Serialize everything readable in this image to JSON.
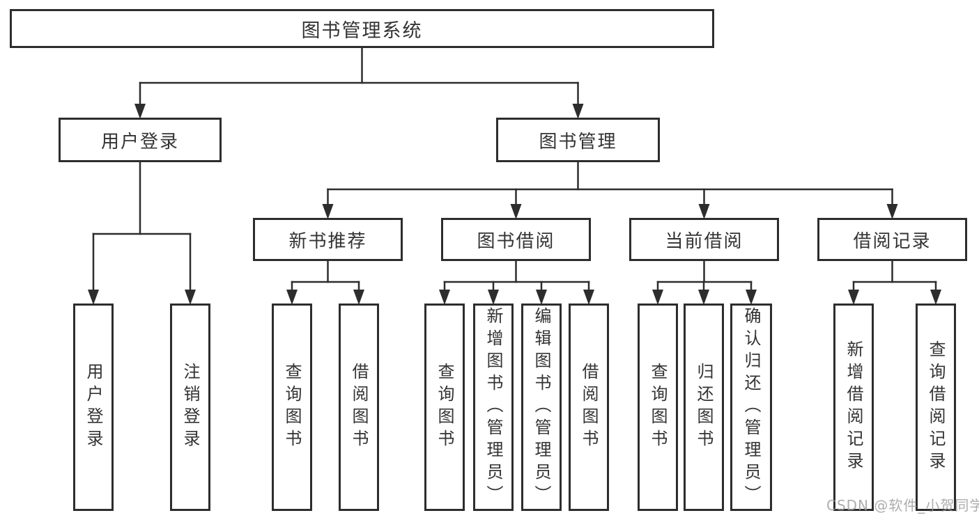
{
  "diagram_title": "图书管理系统",
  "nodes": {
    "root": {
      "label": "图书管理系统",
      "parent": null
    },
    "user_login": {
      "label": "用户登录",
      "parent": "root"
    },
    "book_mgmt": {
      "label": "图书管理",
      "parent": "root"
    },
    "new_book_rec": {
      "label": "新书推荐",
      "parent": "book_mgmt"
    },
    "book_borrow": {
      "label": "图书借阅",
      "parent": "book_mgmt"
    },
    "current_borrow": {
      "label": "当前借阅",
      "parent": "book_mgmt"
    },
    "borrow_records": {
      "label": "借阅记录",
      "parent": "book_mgmt"
    },
    "leaf_user_login": {
      "label": "用户登录",
      "parent": "user_login"
    },
    "leaf_logout": {
      "label": "注销登录",
      "parent": "user_login"
    },
    "leaf_query_books_rec": {
      "label": "查询图书",
      "parent": "new_book_rec"
    },
    "leaf_borrow_books_rec": {
      "label": "借阅图书",
      "parent": "new_book_rec"
    },
    "leaf_query_books_borrow": {
      "label": "查询图书",
      "parent": "book_borrow"
    },
    "leaf_add_book": {
      "label": "新增图书（管理员）",
      "parent": "book_borrow"
    },
    "leaf_edit_book": {
      "label": "编辑图书（管理员）",
      "parent": "book_borrow"
    },
    "leaf_borrow_books_borrow": {
      "label": "借阅图书",
      "parent": "book_borrow"
    },
    "leaf_query_books_current": {
      "label": "查询图书",
      "parent": "current_borrow"
    },
    "leaf_return_book": {
      "label": "归还图书",
      "parent": "current_borrow"
    },
    "leaf_confirm_return": {
      "label": "确认归还（管理员）",
      "parent": "current_borrow"
    },
    "leaf_add_borrow_record": {
      "label": "新增借阅记录",
      "parent": "borrow_records"
    },
    "leaf_query_borrow_record": {
      "label": "查询借阅记录",
      "parent": "borrow_records"
    }
  },
  "watermark": {
    "text": "CSDN @软件_小贺同学"
  },
  "colors": {
    "line": "#2d2d2d",
    "border": "#2d2d2d",
    "text": "#333333",
    "watermark": "#989898",
    "background": "#ffffff"
  }
}
